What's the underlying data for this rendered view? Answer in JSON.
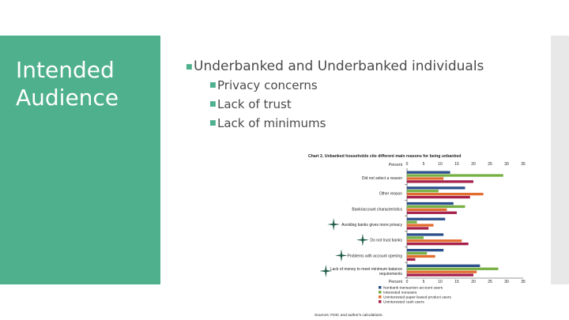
{
  "slide": {
    "title": "Intended\nAudience",
    "bullets": [
      {
        "text": "Underbanked and Underbanked individuals",
        "level": 1
      },
      {
        "text": "Privacy concerns",
        "level": 2
      },
      {
        "text": "Lack of trust",
        "level": 2
      },
      {
        "text": "Lack of minimums",
        "level": 2
      }
    ]
  },
  "colors": {
    "accent": "#4fb08e",
    "series": [
      "#2c4f8c",
      "#76b043",
      "#e36c2f",
      "#a5204a"
    ]
  },
  "chart_data": {
    "type": "bar",
    "orientation": "horizontal",
    "title": "Chart 2. Unbanked households cite different main reasons for being unbanked",
    "axis_label": "Percent",
    "xlim": [
      0,
      35
    ],
    "ticks": [
      0,
      5,
      10,
      15,
      20,
      25,
      30,
      35
    ],
    "grid": false,
    "categories": [
      "Did not select a reason",
      "Other reason",
      "Bank/account characteristics",
      "Avoiding banks gives more privacy",
      "Do not trust banks",
      "Problems with account opening",
      "Lack of money to meet minimum balance requirements"
    ],
    "category_lines": [
      [
        "Did not select a reason"
      ],
      [
        "Other reason"
      ],
      [
        "Bank/account characteristics"
      ],
      [
        "Avoiding banks gives more privacy"
      ],
      [
        "Do not trust banks"
      ],
      [
        "Problems with account opening"
      ],
      [
        "Lack of money to meet minimum balance",
        "requirements"
      ]
    ],
    "starred": [
      false,
      false,
      false,
      true,
      true,
      true,
      true
    ],
    "series": [
      {
        "name": "Nonbank transaction account users",
        "values": [
          13,
          17.5,
          14,
          11.5,
          11,
          11,
          22
        ]
      },
      {
        "name": "Interested nonusers",
        "values": [
          29,
          9.5,
          17.5,
          3,
          5,
          6,
          27.5
        ]
      },
      {
        "name": "Uninterested paper-based product users",
        "values": [
          11,
          23,
          12,
          8,
          16.5,
          8.5,
          21
        ]
      },
      {
        "name": "Uninterested cash users",
        "values": [
          20,
          19,
          15,
          6.5,
          18.5,
          2.5,
          20
        ]
      }
    ],
    "legend_position": "bottom",
    "source": "Sources: FDIC and author's calculations."
  }
}
